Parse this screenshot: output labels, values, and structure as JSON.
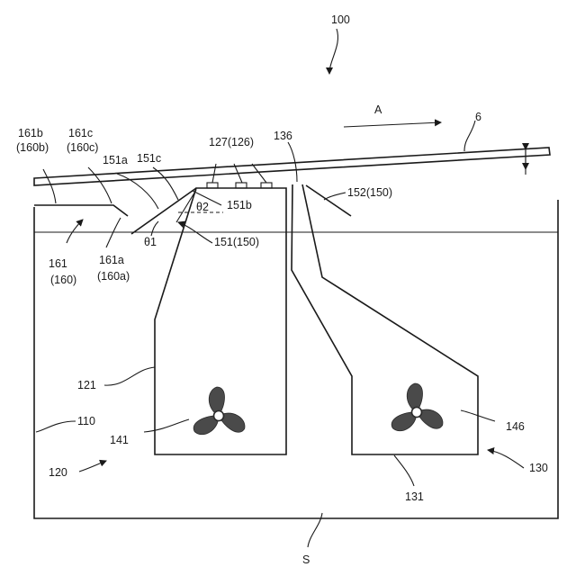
{
  "figure": {
    "labels": {
      "assembly": "100",
      "arrow_direction": "A",
      "substrate": "6",
      "nozzle_group": "127(126)",
      "gap": "136",
      "member_161b": "161b",
      "member_160b": "(160b)",
      "member_161c": "161c",
      "member_160c": "(160c)",
      "member_151a": "151a",
      "member_151c": "151c",
      "member_151b": "151b",
      "angle_theta2": "θ2",
      "angle_theta1": "θ1",
      "plate_152": "152(150)",
      "plate_151": "151(150)",
      "member_161": "161",
      "member_160": "(160)",
      "member_161a": "161a",
      "member_160a": "(160a)",
      "tank_121": "121",
      "tank_110": "110",
      "propeller_141": "141",
      "region_120": "120",
      "propeller_146": "146",
      "region_130": "130",
      "tank_131": "131",
      "surface_s": "S"
    },
    "colors": {
      "line": "#1a1a1a",
      "propeller": "#4a4a4a",
      "background": "#ffffff"
    },
    "icons": [
      "propeller-icon",
      "propeller-icon",
      "double-arrow-icon"
    ]
  }
}
